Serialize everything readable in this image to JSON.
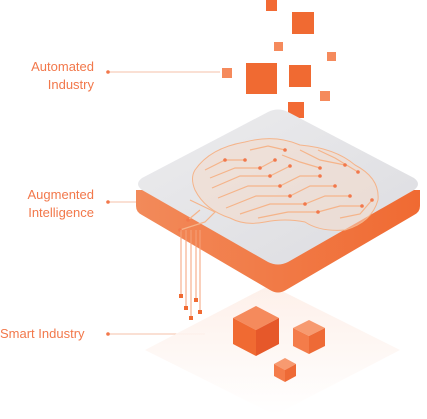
{
  "labels": {
    "automated_industry": {
      "line1": "Automated",
      "line2": "Industry"
    },
    "augmented_intelligence": {
      "line1": "Augmented",
      "line2": "Intelligence"
    },
    "smart_industry": {
      "line1": "Smart Industry"
    }
  },
  "colors": {
    "accent": "#f2784b",
    "accent_dark": "#e6582a",
    "platform_top": "#e8e8ea",
    "circuit": "#f5b48a",
    "connector_line": "#f6c2a8"
  },
  "icons": {
    "brain_circuit": "brain-circuit-icon",
    "cube": "cube-icon"
  }
}
